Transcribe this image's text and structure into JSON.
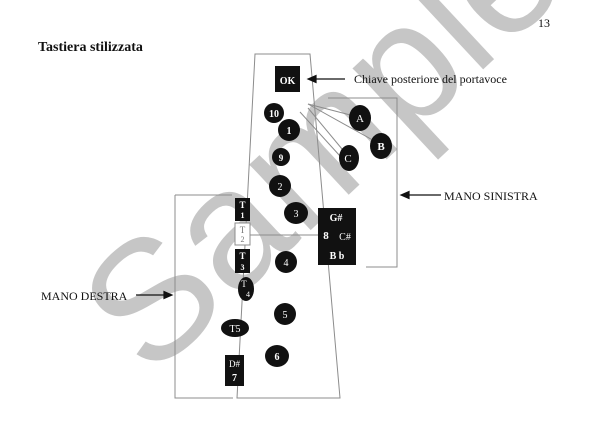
{
  "page": {
    "number": "13",
    "title": "Tastiera stilizzata"
  },
  "annotations": {
    "chiave_posteriore": "Chiave posteriore del portavoce",
    "mano_sinistra": "MANO SINISTRA",
    "mano_destra": "MANO DESTRA"
  },
  "watermark": "Sample",
  "keys": {
    "ok": "OK",
    "k10": "10",
    "k1": "1",
    "k9": "9",
    "k2": "2",
    "k3": "3",
    "k4": "4",
    "k5": "5",
    "k6": "6",
    "kA": "A",
    "kB": "B",
    "kC": "C",
    "gsharp": "G#",
    "k8": "8",
    "csharp": "C#",
    "bflat": "B b",
    "t1_letter": "T",
    "t1_num": "1",
    "t2_letter": "T",
    "t2_num": "2",
    "t3_letter": "T",
    "t3_num": "3",
    "t4_letter": "T",
    "t4_num": "4",
    "t5": "T5",
    "dsharp": "D#",
    "k7": "7"
  },
  "colors": {
    "key_fill": "#111111",
    "key_text": "#ffffff",
    "outline": "#8c8c8c",
    "watermark": "#b4b4b4"
  }
}
